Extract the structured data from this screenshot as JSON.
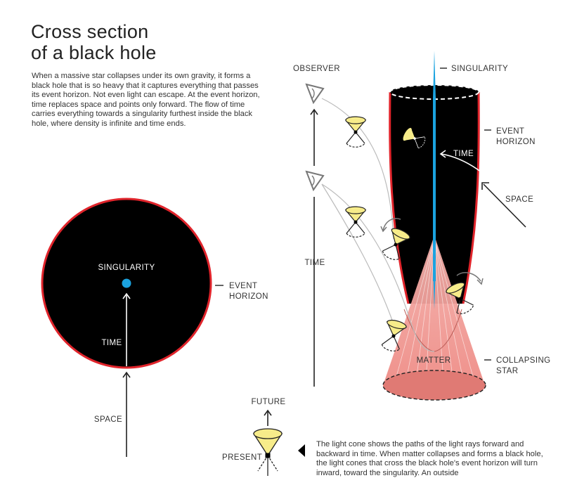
{
  "title": {
    "line1": "Cross section",
    "line2": "of a black hole"
  },
  "intro": "When a massive star collapses under its own gravity, it forms a black hole that is so heavy that it captures everything that passes its event horizon. Not even light can escape. At the event horizon, time replaces space and points only forward. The flow of time carries everything towards a singularity furthest inside the black hole, where density is infinite and time ends.",
  "left_diagram": {
    "singularity": "SINGULARITY",
    "time": "TIME",
    "space": "SPACE",
    "event_horizon_1": "EVENT",
    "event_horizon_2": "HORIZON"
  },
  "right_diagram": {
    "observer": "OBSERVER",
    "singularity": "SINGULARITY",
    "event_horizon_1": "EVENT",
    "event_horizon_2": "HORIZON",
    "time_inside": "TIME",
    "space": "SPACE",
    "time_axis": "TIME",
    "matter": "MATTER",
    "collapsing_1": "COLLAPSING",
    "collapsing_2": "STAR"
  },
  "legend": {
    "future": "FUTURE",
    "present": "PRESENT",
    "text": "The light cone shows the paths of the light rays forward and backward in time. When matter collapses and forms a black hole, the light cones that cross the black hole's event horizon will turn inward, toward the singularity. An outside"
  },
  "colors": {
    "horizon_red": "#e0242b",
    "singularity_blue": "#1ba3e0",
    "cone_yellow": "#f7ec8a",
    "star_pink": "#f0908a"
  }
}
